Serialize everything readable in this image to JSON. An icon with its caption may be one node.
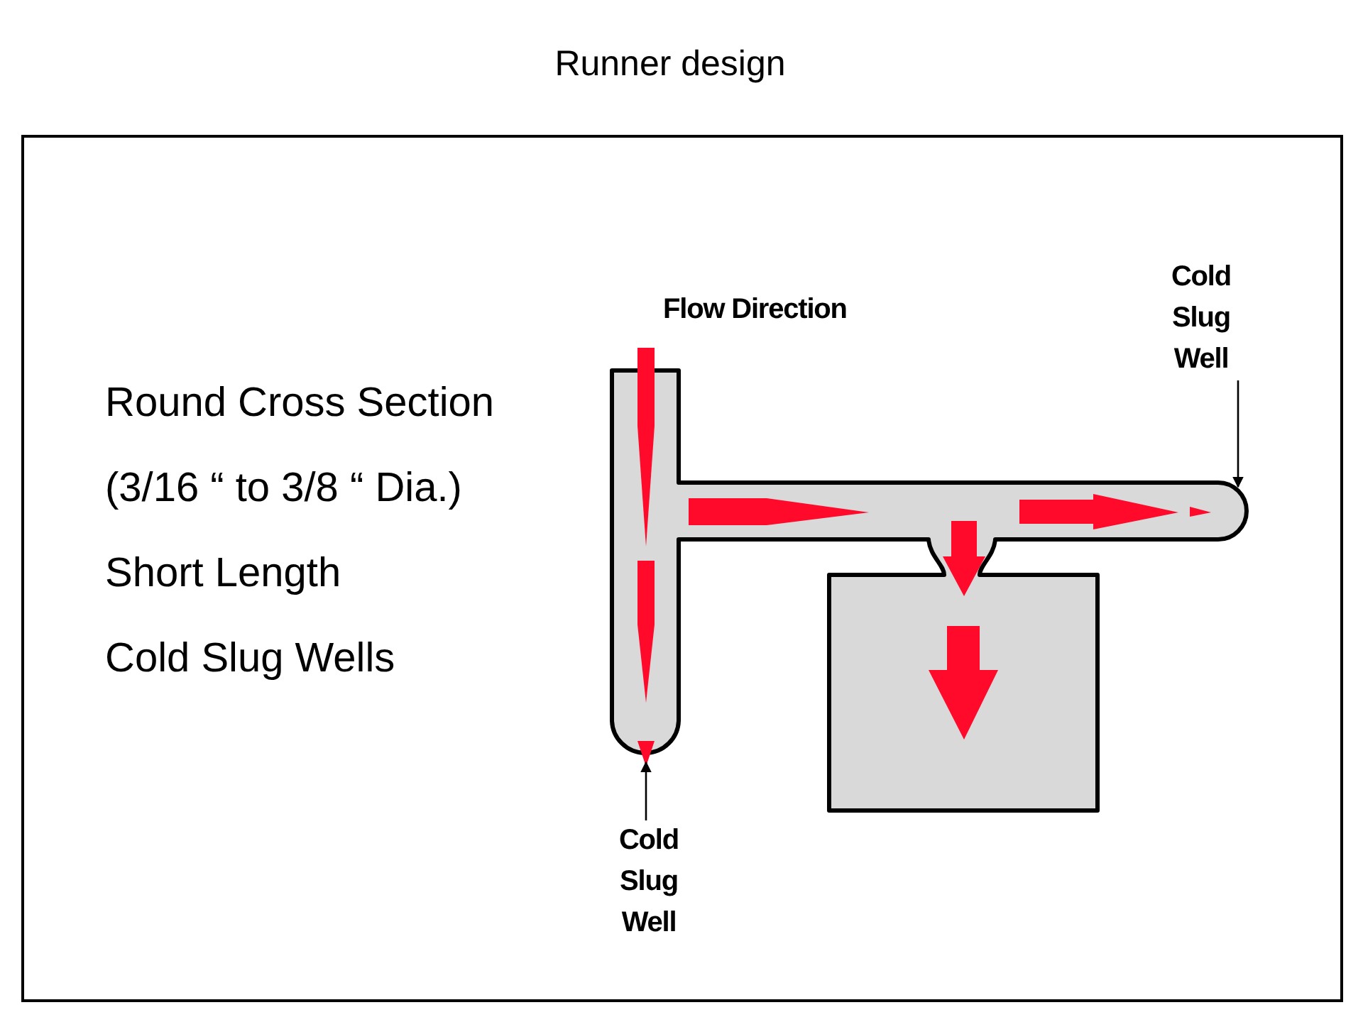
{
  "diagram": {
    "title": "Runner design",
    "nodes": [
      {
        "text": [
          "Cold Slug Well"
        ]
      },
      {
        "text": [
          "Cold Slug Well"
        ]
      }
    ],
    "edges": [
      {
        "from": 0,
        "to": null,
        "arrow": "to"
      },
      {
        "from": 1,
        "to": null,
        "arrow": "to"
      }
    ],
    "labels": [
      "Flow Direction",
      "Round Cross Section",
      "(3/16 “ to 3/8 “ Dia.)",
      "Short Length",
      "Cold Slug Wells"
    ]
  }
}
